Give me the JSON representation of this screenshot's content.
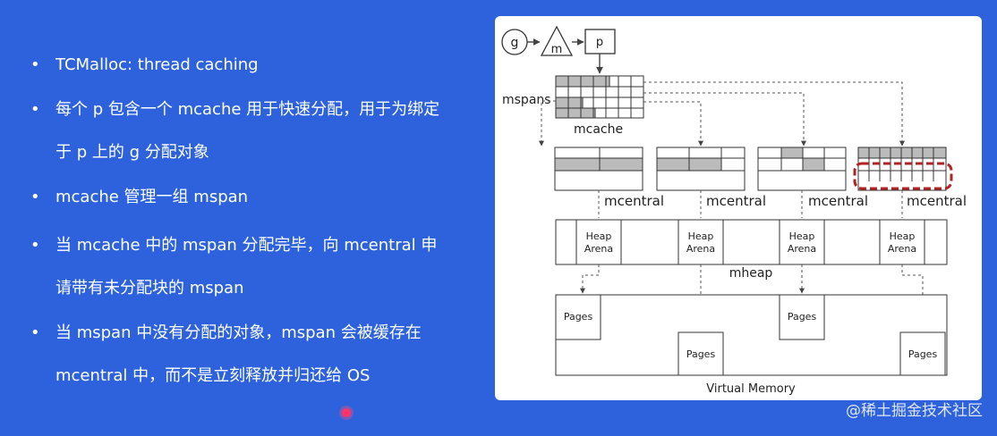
{
  "bullets": [
    {
      "line1": "TCMalloc: thread caching",
      "line2": ""
    },
    {
      "line1": "每个 p 包含一个 mcache 用于快速分配，用于为绑定",
      "line2": "于 p 上的 g 分配对象"
    },
    {
      "line1": "mcache 管理一组 mspan",
      "line2": ""
    },
    {
      "line1": "当 mcache 中的 mspan 分配完毕，向 mcentral 申",
      "line2": "请带有未分配块的 mspan"
    },
    {
      "line1": "当 mspan 中没有分配的对象，mspan 会被缓存在",
      "line2": "mcentral 中，而不是立刻释放并归还给 OS"
    }
  ],
  "diagram": {
    "g": "g",
    "m": "m",
    "p": "p",
    "mspans": "mspans",
    "mcache": "mcache",
    "mcentral": "mcentral",
    "heap_arena_1": "Heap",
    "heap_arena_2": "Arena",
    "mheap": "mheap",
    "pages": "Pages",
    "virtual_memory": "Virtual Memory"
  },
  "watermark": "@稀土掘金技术社区",
  "colors": {
    "background": "#2d62dc",
    "highlight": "#b32222"
  }
}
